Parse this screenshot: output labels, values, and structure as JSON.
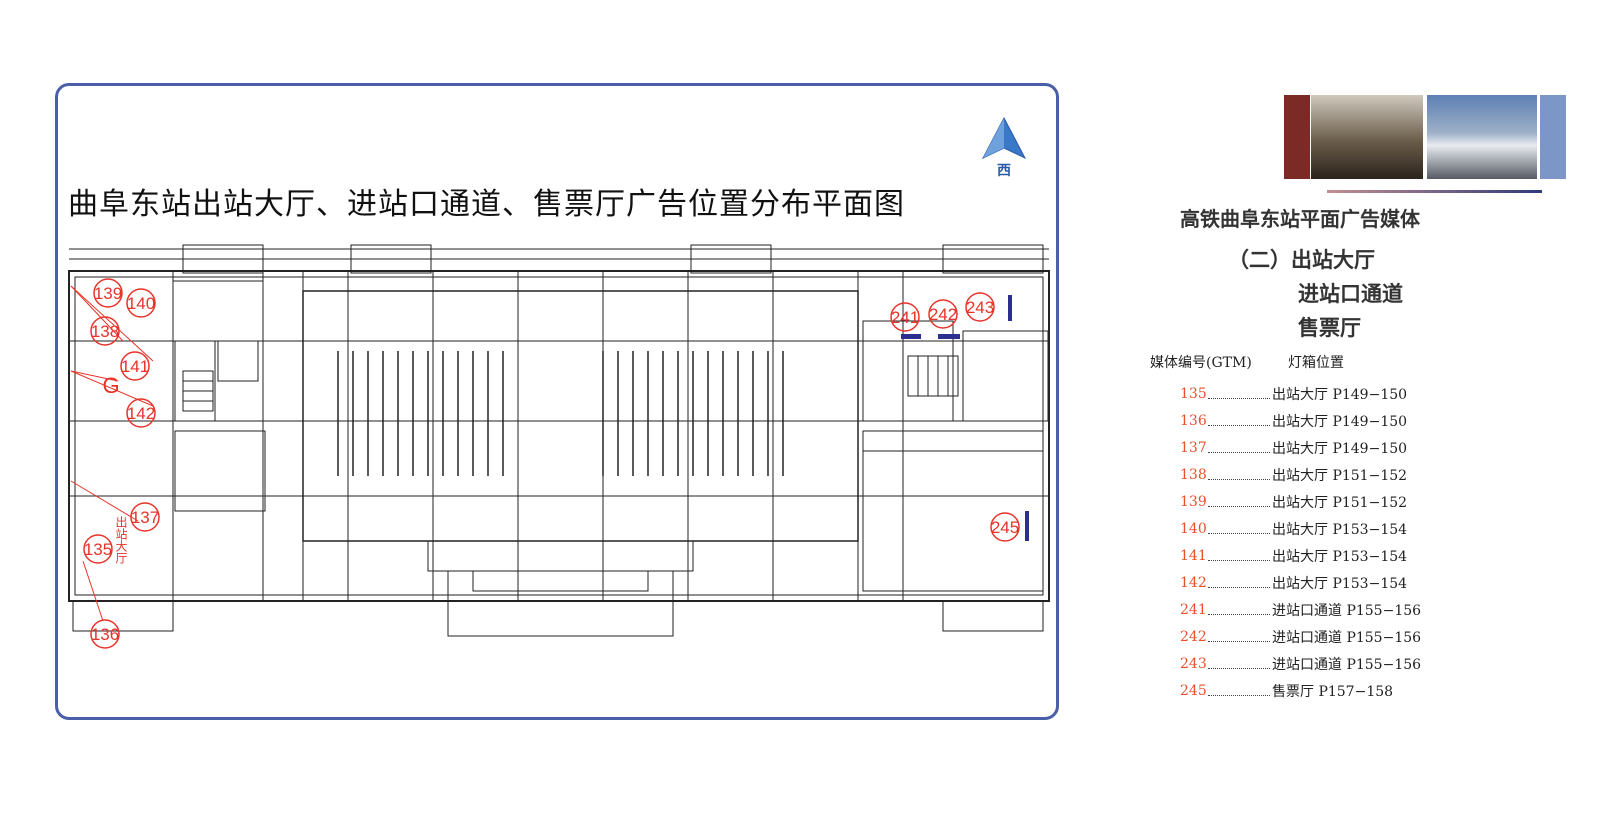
{
  "plan": {
    "title": "曲阜东站出站大厅、进站口通道、售票厅广告位置分布平面图",
    "compass_label": "西",
    "markers": [
      "135",
      "136",
      "137",
      "138",
      "139",
      "140",
      "141",
      "142",
      "241",
      "242",
      "243",
      "245"
    ],
    "area_label_G": "G",
    "area_label_exit_hall": "出站大厅"
  },
  "media": {
    "title": "高铁曲阜东站平面广告媒体",
    "section_line1": "（二）出站大厅",
    "section_line2": "进站口通道",
    "section_line3": "售票厅",
    "col_code_header": "媒体编号(GTM)",
    "col_loc_header": "灯箱位置",
    "rows": [
      {
        "code": "135",
        "location": "出站大厅  P149−150"
      },
      {
        "code": "136",
        "location": "出站大厅  P149−150"
      },
      {
        "code": "137",
        "location": "出站大厅  P149−150"
      },
      {
        "code": "138",
        "location": "出站大厅  P151−152"
      },
      {
        "code": "139",
        "location": "出站大厅  P151−152"
      },
      {
        "code": "140",
        "location": "出站大厅  P153−154"
      },
      {
        "code": "141",
        "location": "出站大厅  P153−154"
      },
      {
        "code": "142",
        "location": "出站大厅  P153−154"
      },
      {
        "code": "241",
        "location": "进站口通道  P155−156"
      },
      {
        "code": "242",
        "location": "进站口通道  P155−156"
      },
      {
        "code": "243",
        "location": "进站口通道  P155−156"
      },
      {
        "code": "245",
        "location": "售票厅  P157−158"
      }
    ]
  },
  "colors": {
    "frame": "#4a5fa8",
    "marker": "#e8332a",
    "accent_code": "#e8502b",
    "compass": "#2a5aa8"
  }
}
